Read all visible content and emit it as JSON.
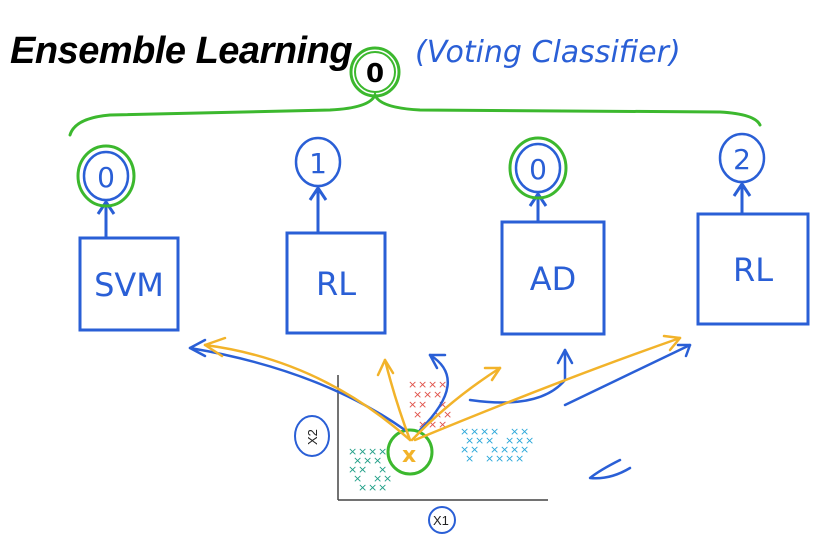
{
  "title": "Ensemble Learning",
  "subtitle": "(Voting Classifier)",
  "final_prediction": "0",
  "models": [
    {
      "label": "SVM",
      "prediction": "0",
      "circled_green": true
    },
    {
      "label": "RL",
      "prediction": "1",
      "circled_green": false
    },
    {
      "label": "AD",
      "prediction": "0",
      "circled_green": true
    },
    {
      "label": "RL",
      "prediction": "2",
      "circled_green": false
    }
  ],
  "plot": {
    "xlabel": "X1",
    "ylabel": "X2",
    "query_point": "x"
  },
  "colors": {
    "ink_blue": "#2a5fd6",
    "ink_green": "#3cb82e",
    "ink_orange": "#f2b32a",
    "red": "#e0524a",
    "cyan": "#2aa7d9",
    "teal": "#1f9e86"
  }
}
